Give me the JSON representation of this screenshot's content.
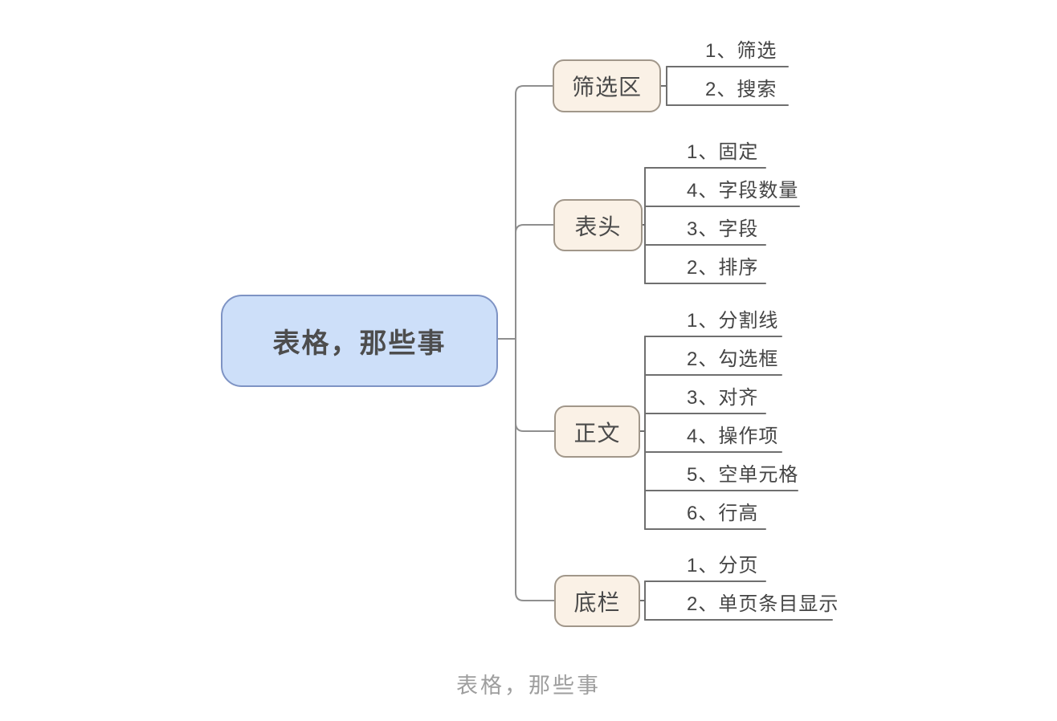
{
  "mindmap": {
    "root": {
      "label": "表格，那些事"
    },
    "branches": [
      {
        "label": "筛选区",
        "children": [
          "1、筛选",
          "2、搜索"
        ]
      },
      {
        "label": "表头",
        "children": [
          "1、固定",
          "4、字段数量",
          "3、字段",
          "2、排序"
        ]
      },
      {
        "label": "正文",
        "children": [
          "1、分割线",
          "2、勾选框",
          "3、对齐",
          "4、操作项",
          "5、空单元格",
          "6、行高"
        ]
      },
      {
        "label": "底栏",
        "children": [
          "1、分页",
          "2、单页条目显示"
        ]
      }
    ]
  },
  "caption": "表格，那些事",
  "colors": {
    "root_fill": "#cddff9",
    "root_border": "#7e93c4",
    "topic_fill": "#faf1e6",
    "topic_border": "#a1978a",
    "connector": "#8f8f8f",
    "underline": "#6f6f6f",
    "caption_text": "#9e9e9e",
    "node_text": "#4a4a4a"
  }
}
